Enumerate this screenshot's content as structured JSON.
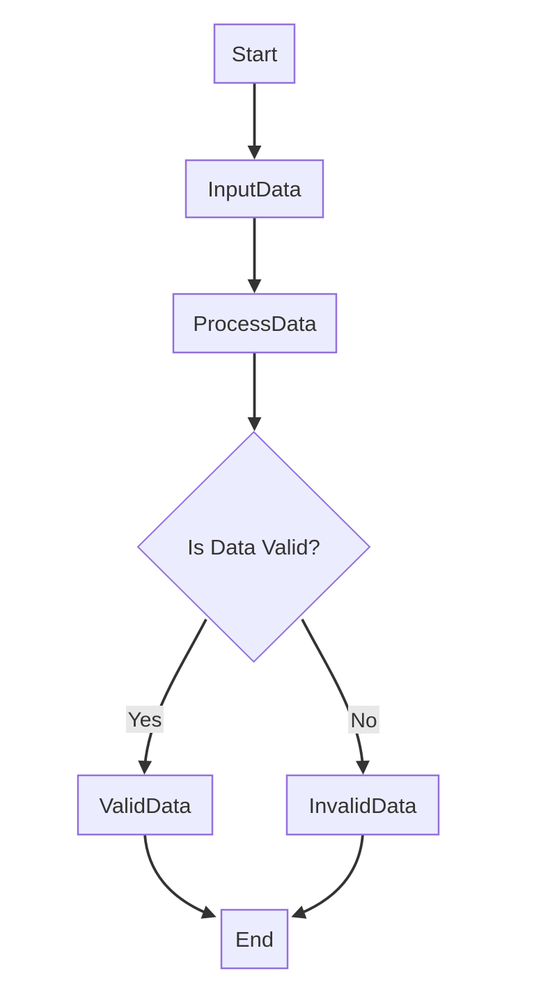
{
  "diagram": {
    "type": "flowchart",
    "direction": "top-down",
    "background": "#ffffff",
    "colors": {
      "node_fill": "#ececff",
      "node_border": "#9370db",
      "edge_stroke": "#333333",
      "label_text": "#333333",
      "edge_label_bg": "#e8e8e8"
    },
    "nodes": [
      {
        "id": "start",
        "label": "Start",
        "shape": "rectangle"
      },
      {
        "id": "input_data",
        "label": "InputData",
        "shape": "rectangle"
      },
      {
        "id": "process_data",
        "label": "ProcessData",
        "shape": "rectangle"
      },
      {
        "id": "is_data_valid",
        "label": "Is Data Valid?",
        "shape": "diamond"
      },
      {
        "id": "valid_data",
        "label": "ValidData",
        "shape": "rectangle"
      },
      {
        "id": "invalid_data",
        "label": "InvalidData",
        "shape": "rectangle"
      },
      {
        "id": "end",
        "label": "End",
        "shape": "rectangle"
      }
    ],
    "edges": [
      {
        "from": "start",
        "to": "input_data",
        "label": ""
      },
      {
        "from": "input_data",
        "to": "process_data",
        "label": ""
      },
      {
        "from": "process_data",
        "to": "is_data_valid",
        "label": ""
      },
      {
        "from": "is_data_valid",
        "to": "valid_data",
        "label": "Yes"
      },
      {
        "from": "is_data_valid",
        "to": "invalid_data",
        "label": "No"
      },
      {
        "from": "valid_data",
        "to": "end",
        "label": ""
      },
      {
        "from": "invalid_data",
        "to": "end",
        "label": ""
      }
    ]
  }
}
